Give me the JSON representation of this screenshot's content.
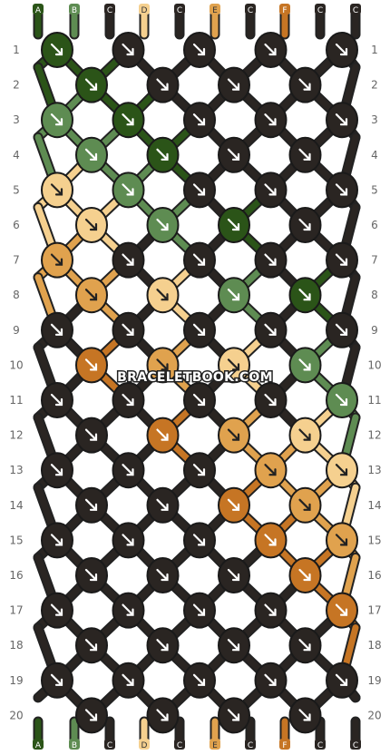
{
  "watermark": "BRACELETBOOK.COM",
  "row_labels": [
    "1",
    "2",
    "3",
    "4",
    "5",
    "6",
    "7",
    "8",
    "9",
    "10",
    "11",
    "12",
    "13",
    "14",
    "15",
    "16",
    "17",
    "18",
    "19",
    "20"
  ],
  "strand_labels_top": [
    "A",
    "B",
    "C",
    "D",
    "C",
    "E",
    "C",
    "F",
    "C",
    "C"
  ],
  "strand_labels_bottom": [
    "A",
    "B",
    "C",
    "D",
    "C",
    "E",
    "C",
    "F",
    "C",
    "C"
  ],
  "colors": {
    "A": "#2b5418",
    "B": "#5e8c52",
    "C": "#2a2522",
    "D": "#f5d08f",
    "E": "#e0a24e",
    "F": "#c67524"
  },
  "knot_arrow": "forward-knot",
  "knots": [
    [
      "A",
      "C",
      "C",
      "C",
      "C"
    ],
    [
      "A",
      "C",
      "C",
      "C"
    ],
    [
      "B",
      "A",
      "C",
      "C",
      "C"
    ],
    [
      "B",
      "A",
      "C",
      "C"
    ],
    [
      "D",
      "B",
      "C",
      "C",
      "C"
    ],
    [
      "D",
      "B",
      "A",
      "C"
    ],
    [
      "E",
      "C",
      "C",
      "C",
      "C"
    ],
    [
      "E",
      "D",
      "B",
      "A"
    ],
    [
      "C",
      "C",
      "C",
      "C",
      "C"
    ],
    [
      "F",
      "E",
      "D",
      "B"
    ],
    [
      "C",
      "C",
      "C",
      "C",
      "B"
    ],
    [
      "C",
      "F",
      "E",
      "D"
    ],
    [
      "C",
      "C",
      "C",
      "E",
      "D"
    ],
    [
      "C",
      "C",
      "F",
      "E"
    ],
    [
      "C",
      "C",
      "C",
      "F",
      "E"
    ],
    [
      "C",
      "C",
      "C",
      "F"
    ],
    [
      "C",
      "C",
      "C",
      "C",
      "F"
    ],
    [
      "C",
      "C",
      "C",
      "C"
    ],
    [
      "C",
      "C",
      "C",
      "C",
      "C"
    ],
    [
      "C",
      "C",
      "C",
      "C"
    ]
  ]
}
